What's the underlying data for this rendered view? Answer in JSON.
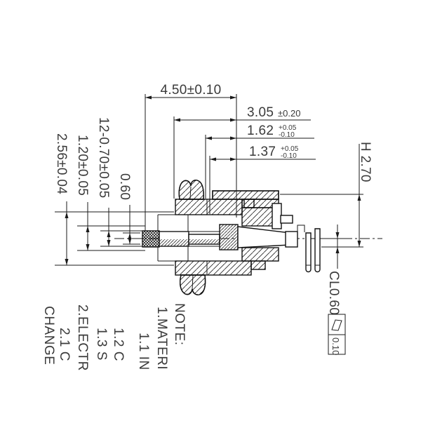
{
  "drawing": {
    "type": "engineering-cross-section",
    "colors": {
      "line": "#1a1a1a",
      "text": "#3a3a3a",
      "background": "#ffffff"
    },
    "dims": {
      "d450": "4.50±0.10",
      "d305": "3.05",
      "d305_tol": "±0.20",
      "d162": "1.62",
      "d162_tp": "+0.05",
      "d162_tm": "-0.10",
      "d137": "1.37",
      "d137_tp": "+0.05",
      "d137_tm": "-0.10",
      "d256": "2.56±0.04",
      "d120": "1.20±0.05",
      "d070": "12-0.70±0.05",
      "d060": "0.60",
      "dh270": "H 2.70",
      "dcl": "CL0.60",
      "fcf_tolerance": "0.10",
      "fcf_symbol": "flatness-parallelogram-icon"
    },
    "notes": {
      "title": "NOTE:",
      "n1": "1.MATERI",
      "n11": "1.1 IN",
      "n12": "1.2 C",
      "n13": "1.3 S",
      "n2": "2.ELECTR",
      "n21": "2.1 C",
      "change": "CHANGE"
    }
  }
}
